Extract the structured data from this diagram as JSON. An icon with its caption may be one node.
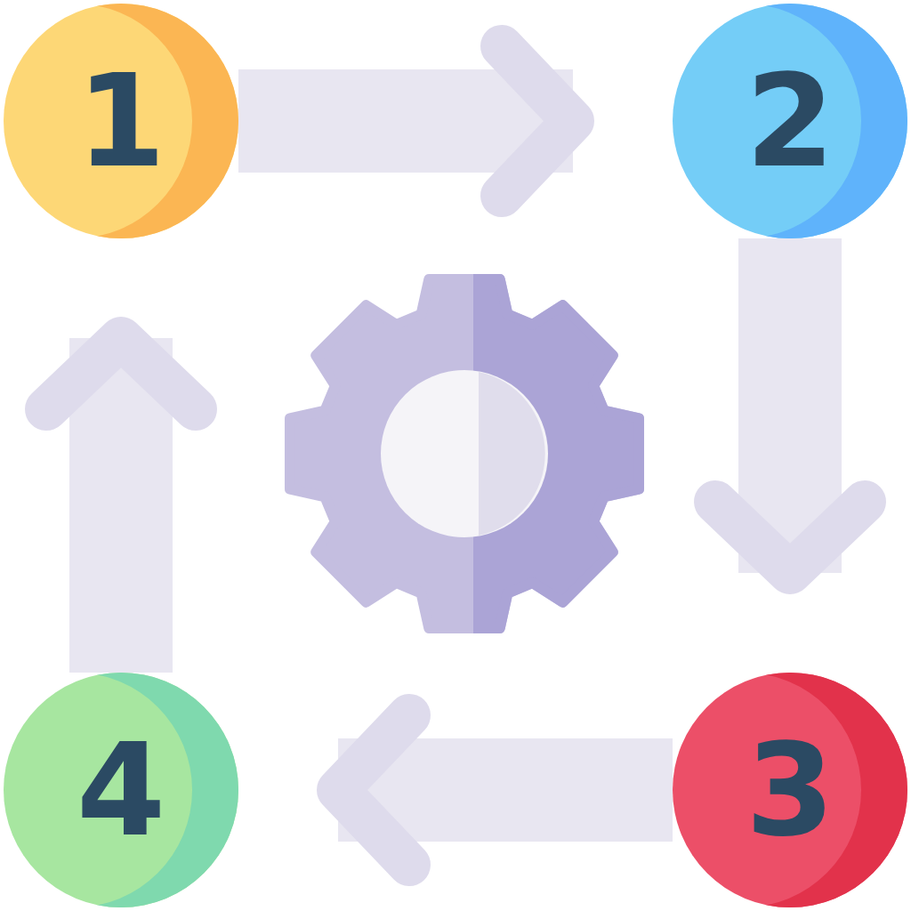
{
  "diagram": {
    "nodes": [
      {
        "text": [
          "1"
        ]
      },
      {
        "text": [
          "2"
        ]
      },
      {
        "text": [
          "3"
        ]
      },
      {
        "text": [
          "4"
        ]
      }
    ],
    "edges": [
      {
        "from": 0,
        "to": 1,
        "arrow": "to"
      },
      {
        "from": 1,
        "to": 2,
        "arrow": "to"
      },
      {
        "from": 2,
        "to": 3,
        "arrow": "to"
      },
      {
        "from": 3,
        "to": 0,
        "arrow": "to"
      }
    ]
  }
}
